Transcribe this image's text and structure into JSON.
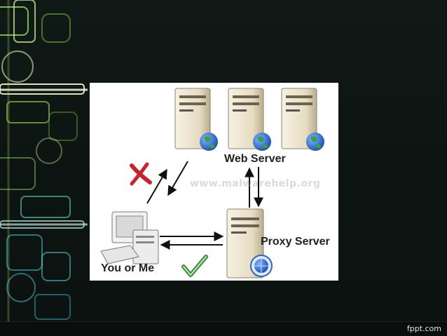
{
  "slide": {
    "brand": "fppt.com"
  },
  "diagram": {
    "labels": {
      "web_server": "Web Server",
      "proxy_server": "Proxy Server",
      "client": "You or Me"
    },
    "watermark": "www.malwarehelp.org",
    "icons": {
      "blocked": "x-mark-icon",
      "allowed": "check-mark-icon",
      "globe": "globe-icon",
      "server": "server-tower-icon",
      "computer": "desktop-computer-icon"
    },
    "colors": {
      "blocked": "#c8232a",
      "allowed": "#3d8a3d",
      "server_body": "#ece4cf",
      "globe_blue": "#2f66c8",
      "globe_green": "#3aa244"
    }
  }
}
